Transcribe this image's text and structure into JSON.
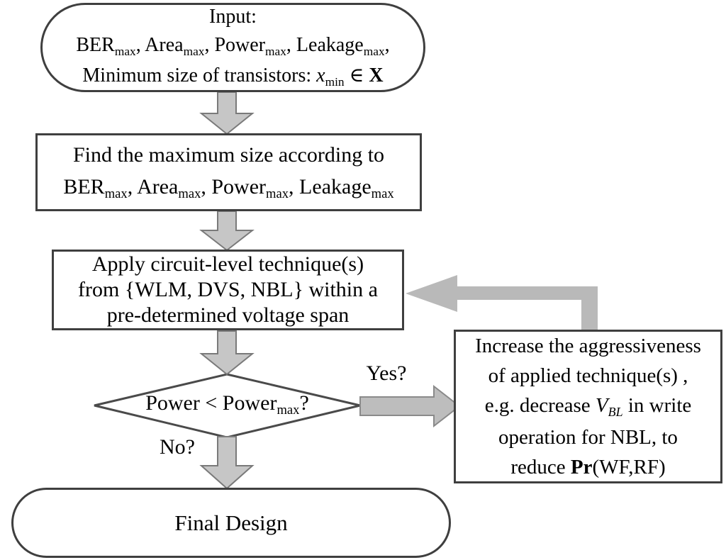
{
  "colors": {
    "background": "#ffffff",
    "box_border": "#3f3f3f",
    "diamond_border": "#4a4a4a",
    "text": "#000000",
    "connector_arrow_fill": "#c6c6c6",
    "connector_arrow_stroke": "#7a7a7a",
    "branch_arrow_fill": "#bdbdbd",
    "branch_arrow_stroke": "#8a8a8a",
    "loop_arrow_fill": "#b9b9b9"
  },
  "flowchart": {
    "start": {
      "lines": [
        [
          {
            "t": "Input:"
          }
        ],
        [
          {
            "t": "BER"
          },
          {
            "t": "max",
            "s": "sub"
          },
          {
            "t": ", Area"
          },
          {
            "t": "max",
            "s": "sub"
          },
          {
            "t": ", Power"
          },
          {
            "t": "max",
            "s": "sub"
          },
          {
            "t": ", Leakage"
          },
          {
            "t": "max",
            "s": "sub"
          },
          {
            "t": ","
          }
        ],
        [
          {
            "t": "Minimum size of transistors: "
          },
          {
            "t": "x",
            "s": "i"
          },
          {
            "t": "min",
            "s": "sub"
          },
          {
            "t": " ∈ "
          },
          {
            "t": "X",
            "s": "b"
          }
        ]
      ]
    },
    "find_max": {
      "lines": [
        [
          {
            "t": "Find the maximum size according to"
          }
        ],
        [
          {
            "t": "BER"
          },
          {
            "t": "max",
            "s": "sub"
          },
          {
            "t": ", Area"
          },
          {
            "t": "max",
            "s": "sub"
          },
          {
            "t": ", Power"
          },
          {
            "t": "max",
            "s": "sub"
          },
          {
            "t": ", Leakage"
          },
          {
            "t": "max",
            "s": "sub"
          }
        ]
      ]
    },
    "apply_technique": {
      "lines": [
        [
          {
            "t": "Apply circuit-level technique(s)"
          }
        ],
        [
          {
            "t": "from {WLM, DVS, NBL} within a"
          }
        ],
        [
          {
            "t": "pre-determined voltage span"
          }
        ]
      ]
    },
    "decision": {
      "lines": [
        [
          {
            "t": "Power < Power"
          },
          {
            "t": "max",
            "s": "sub"
          },
          {
            "t": "?"
          }
        ]
      ]
    },
    "increase_aggressiveness": {
      "lines": [
        [
          {
            "t": "Increase the aggressiveness"
          }
        ],
        [
          {
            "t": "of applied technique(s) ,"
          }
        ],
        [
          {
            "t": "e.g. decrease "
          },
          {
            "t": "V",
            "s": "i"
          },
          {
            "t": "BL",
            "s": "i sub"
          },
          {
            "t": " in write"
          }
        ],
        [
          {
            "t": "operation for NBL, to"
          }
        ],
        [
          {
            "t": "reduce "
          },
          {
            "t": "Pr",
            "s": "b"
          },
          {
            "t": "(WF,RF)"
          }
        ]
      ]
    },
    "final_design": {
      "lines": [
        [
          {
            "t": "Final Design"
          }
        ]
      ]
    },
    "labels": {
      "yes": "Yes?",
      "no": "No?"
    }
  }
}
